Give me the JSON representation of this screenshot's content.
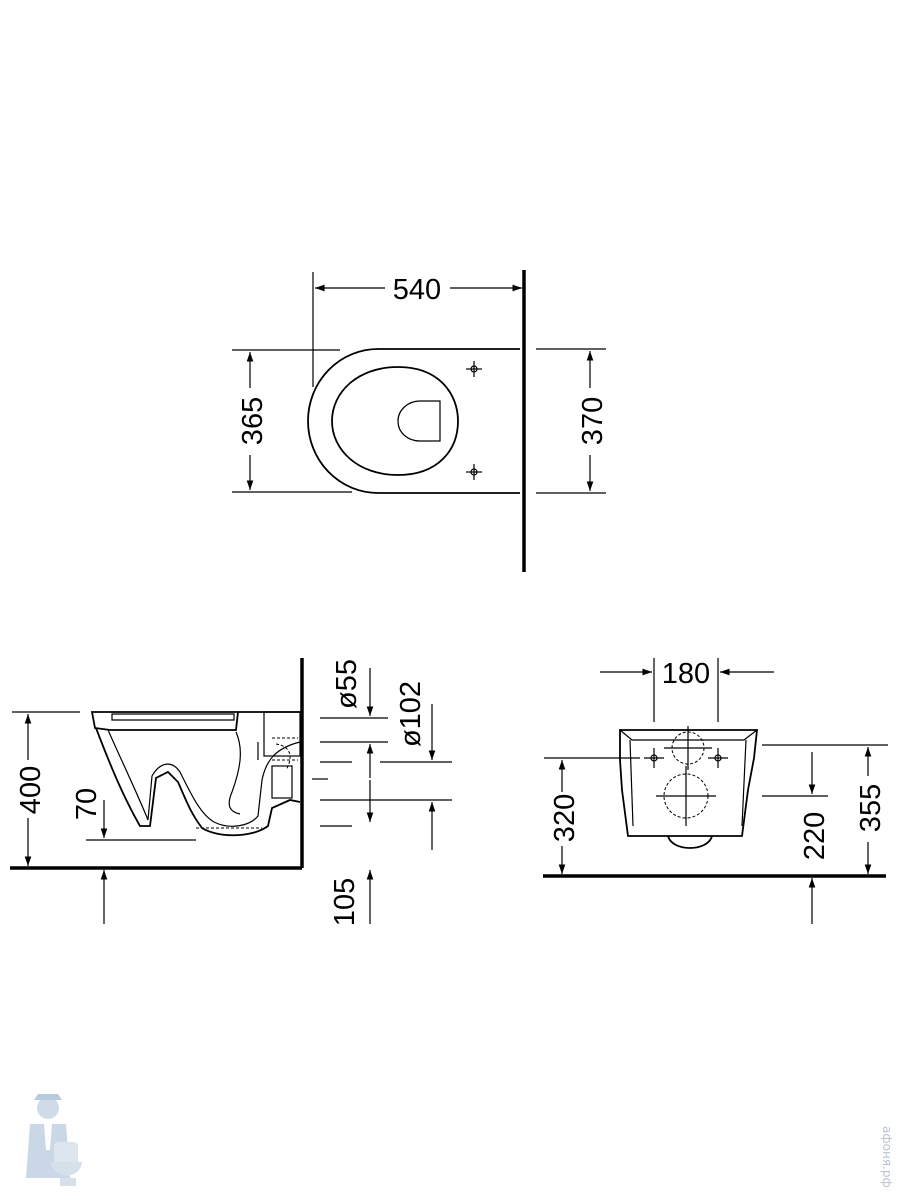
{
  "top_view": {
    "width_label": "540",
    "depth_left_label": "365",
    "depth_right_label": "370"
  },
  "side_view": {
    "height_label": "400",
    "bowl_depth_label": "70",
    "outlet_small_label": "ø55",
    "outlet_large_label": "ø102",
    "outlet_height_label": "105"
  },
  "front_view": {
    "spacing_label": "180",
    "left_height_label": "320",
    "inner_height_label": "220",
    "right_height_label": "355"
  },
  "watermark": "афоня.рф"
}
